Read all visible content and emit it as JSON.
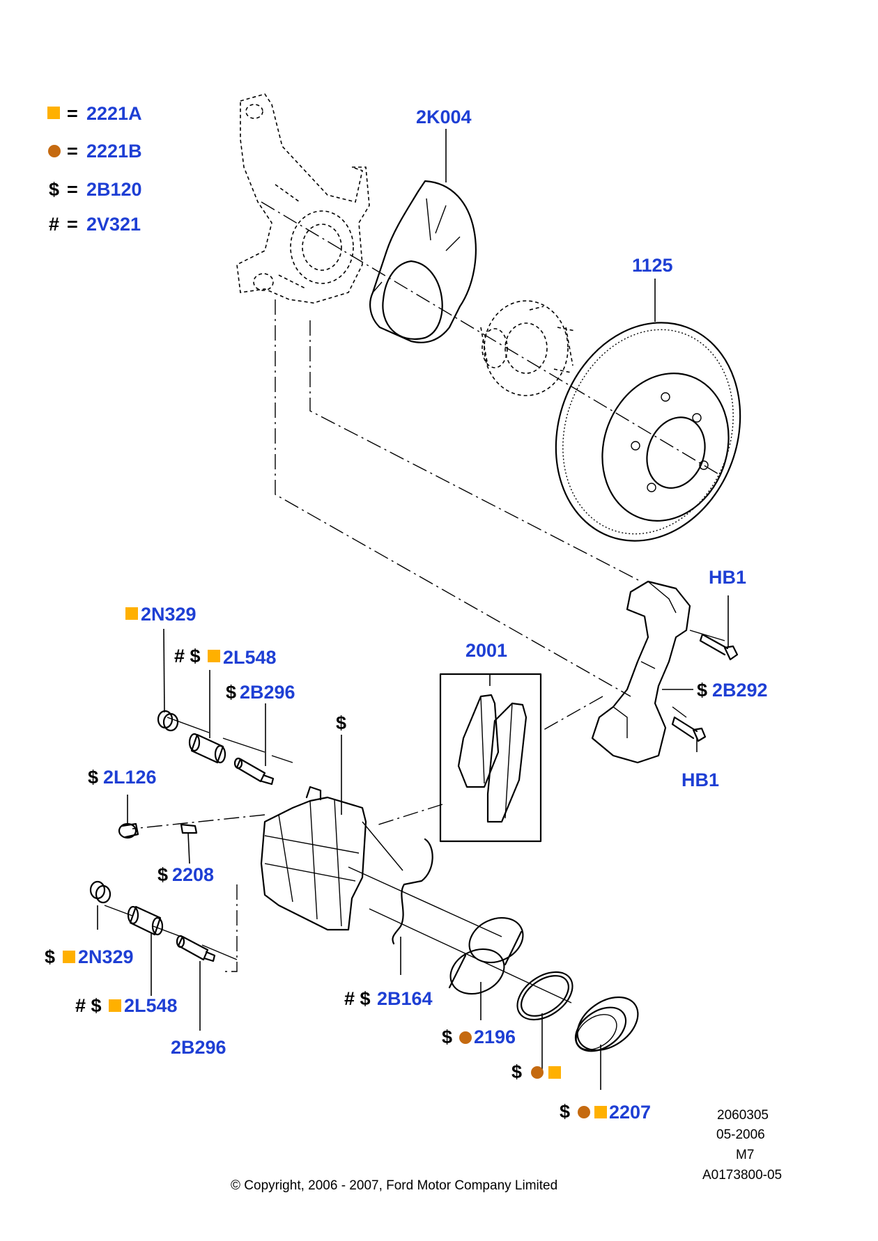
{
  "legend": [
    {
      "marker": "square",
      "eq": "=",
      "code": "2221A"
    },
    {
      "marker": "circle",
      "eq": "=",
      "code": "2221B"
    },
    {
      "marker": "$",
      "eq": "=",
      "code": "2B120"
    },
    {
      "marker": "#",
      "eq": "=",
      "code": "2V321"
    }
  ],
  "colors": {
    "label": "#1e3fd4",
    "square": "#ffb000",
    "circle": "#c56a10",
    "line": "#000000"
  },
  "callouts": {
    "c2K004": {
      "prefix": "",
      "code": "2K004"
    },
    "c1125": {
      "prefix": "",
      "code": "1125"
    },
    "cHB1top": {
      "prefix": "",
      "code": "HB1"
    },
    "cHB1bot": {
      "prefix": "",
      "code": "HB1"
    },
    "c2B292": {
      "prefix": "$",
      "code": "2B292"
    },
    "c2001": {
      "prefix": "",
      "code": "2001"
    },
    "c2N329top": {
      "prefix": "",
      "code": "2N329"
    },
    "c2L548top": {
      "prefix": "# $",
      "code": "2L548"
    },
    "c2B296top": {
      "prefix": "$",
      "code": "2B296"
    },
    "cCaliper": {
      "prefix": "$",
      "code": ""
    },
    "c2L126": {
      "prefix": "$",
      "code": "2L126"
    },
    "c2208": {
      "prefix": "$",
      "code": "2208"
    },
    "c2N329bot": {
      "prefix": "$",
      "code": "2N329"
    },
    "c2L548bot": {
      "prefix": "# $",
      "code": "2L548"
    },
    "c2B296bot": {
      "prefix": "",
      "code": "2B296"
    },
    "c2B164": {
      "prefix": "# $",
      "code": "2B164"
    },
    "c2196": {
      "prefix": "$",
      "code": "2196"
    },
    "cSeal": {
      "prefix": "$",
      "code": ""
    },
    "c2207": {
      "prefix": "$",
      "code": "2207"
    }
  },
  "footer": {
    "ref1": "2060305",
    "date": "05-2006",
    "model": "M7",
    "ref2": "A0173800-05",
    "copyright": "© Copyright, 2006 - 2007, Ford Motor Company Limited"
  }
}
